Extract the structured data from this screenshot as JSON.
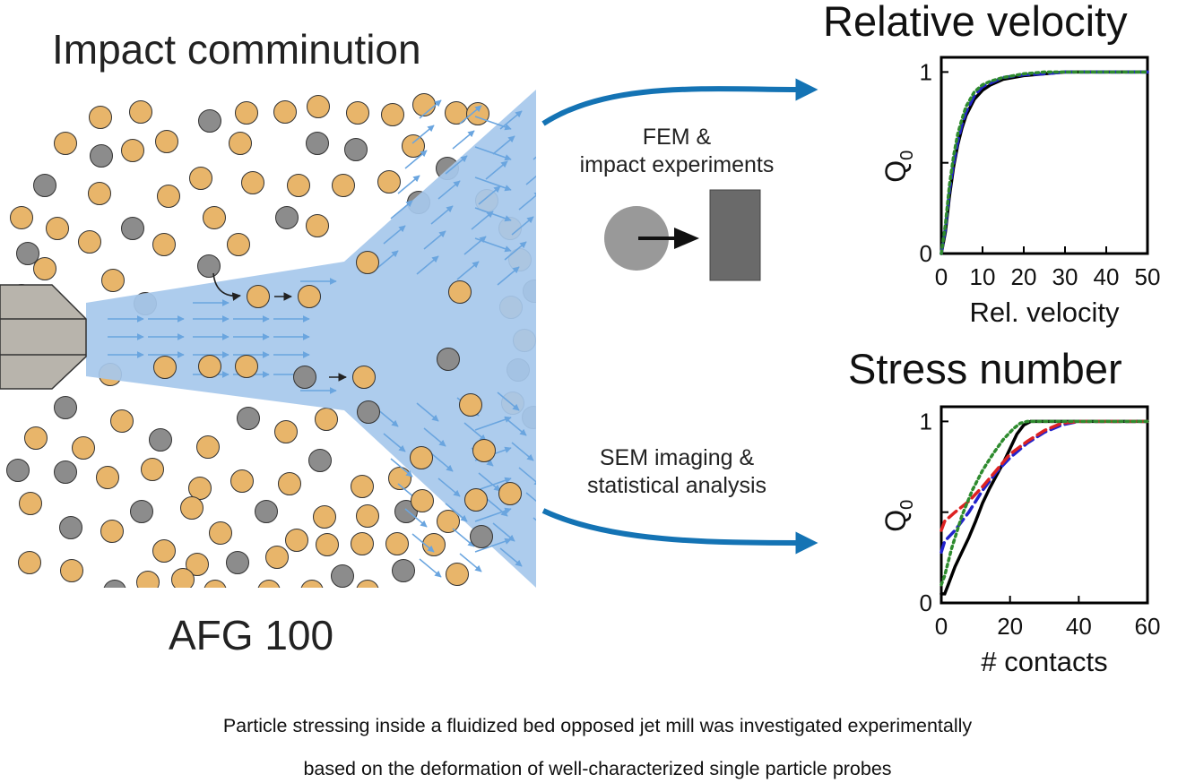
{
  "header": {
    "left_title": "Impact comminution",
    "mill_label": "AFG 100"
  },
  "methods": {
    "top_line1": "FEM &",
    "top_line2": "impact experiments",
    "bottom_line1": "SEM imaging &",
    "bottom_line2": "statistical analysis"
  },
  "caption": {
    "line1": "Particle stressing inside a fluidized bed opposed jet mill was investigated experimentally",
    "line2": "based on the deformation of well-characterized single particle probes"
  },
  "colors": {
    "jet_fill": "#a6c8ec",
    "jet_arrow": "#6aa5df",
    "particle_tan": "#e8b56a",
    "particle_gray": "#8c8c8c",
    "nozzle": "#b8b4ac",
    "flow_arrow": "#1473b4",
    "impact_sphere": "#999999",
    "impact_wall": "#6a6a6a",
    "black_series": "#000000",
    "green_series": "#2e8b2e",
    "blue_series": "#2222cc",
    "red_series": "#dd2222"
  },
  "chart_data": [
    {
      "type": "line",
      "title": "Relative velocity",
      "xlabel": "Rel. velocity",
      "ylabel": "Q",
      "ylabel_sub": "0",
      "xlim": [
        0,
        50
      ],
      "ylim": [
        0,
        1.15
      ],
      "x_ticks": [
        0,
        10,
        20,
        30,
        40,
        50
      ],
      "y_ticks": [
        0,
        1
      ],
      "series": [
        {
          "style": "solid",
          "color": "#000000",
          "x": [
            0,
            1,
            2,
            3,
            4,
            5,
            6,
            8,
            10,
            12,
            15,
            20,
            25,
            30,
            40,
            50
          ],
          "y": [
            0,
            0.12,
            0.32,
            0.48,
            0.6,
            0.69,
            0.76,
            0.85,
            0.9,
            0.93,
            0.96,
            0.98,
            0.99,
            1.0,
            1.0,
            1.0
          ]
        },
        {
          "style": "dashed",
          "color": "#2222cc",
          "x": [
            0,
            1,
            2,
            3,
            4,
            5,
            6,
            8,
            10,
            12,
            15,
            20,
            25,
            30,
            40,
            50
          ],
          "y": [
            0,
            0.14,
            0.35,
            0.5,
            0.62,
            0.71,
            0.78,
            0.87,
            0.92,
            0.94,
            0.97,
            0.985,
            0.99,
            1.0,
            1.0,
            1.0
          ]
        },
        {
          "style": "dotted",
          "color": "#2e8b2e",
          "x": [
            0,
            1,
            2,
            3,
            4,
            5,
            6,
            8,
            10,
            12,
            15,
            20,
            25,
            30,
            40,
            50
          ],
          "y": [
            0,
            0.16,
            0.38,
            0.54,
            0.66,
            0.74,
            0.81,
            0.89,
            0.93,
            0.95,
            0.97,
            0.99,
            1.0,
            1.0,
            1.0,
            1.0
          ]
        }
      ]
    },
    {
      "type": "line",
      "title": "Stress number",
      "xlabel": "# contacts",
      "ylabel": "Q",
      "ylabel_sub": "0",
      "xlim": [
        0,
        60
      ],
      "ylim": [
        0,
        1.15
      ],
      "x_ticks": [
        0,
        20,
        40,
        60
      ],
      "y_ticks": [
        0,
        1
      ],
      "series": [
        {
          "style": "solid",
          "color": "#000000",
          "x": [
            0,
            1,
            2,
            3,
            4,
            6,
            8,
            10,
            12,
            14,
            16,
            18,
            20,
            22,
            24,
            26,
            30,
            40,
            60
          ],
          "y": [
            0.05,
            0.05,
            0.1,
            0.15,
            0.2,
            0.28,
            0.36,
            0.45,
            0.55,
            0.63,
            0.7,
            0.77,
            0.85,
            0.93,
            0.98,
            1.0,
            1.0,
            1.0,
            1.0
          ]
        },
        {
          "style": "dashed",
          "color": "#2222cc",
          "x": [
            0,
            1,
            4,
            8,
            12,
            16,
            20,
            25,
            30,
            35,
            40,
            60
          ],
          "y": [
            0.28,
            0.34,
            0.4,
            0.5,
            0.62,
            0.72,
            0.8,
            0.88,
            0.94,
            0.98,
            1.0,
            1.0
          ]
        },
        {
          "style": "dashed",
          "color": "#dd2222",
          "x": [
            0,
            1,
            4,
            8,
            12,
            16,
            20,
            25,
            30,
            35,
            40,
            60
          ],
          "y": [
            0.4,
            0.45,
            0.5,
            0.56,
            0.64,
            0.73,
            0.82,
            0.89,
            0.95,
            0.99,
            1.0,
            1.0
          ]
        },
        {
          "style": "dotted",
          "color": "#2e8b2e",
          "x": [
            0,
            1,
            3,
            6,
            9,
            12,
            15,
            18,
            21,
            23,
            25,
            30,
            60
          ],
          "y": [
            0.1,
            0.15,
            0.3,
            0.48,
            0.62,
            0.73,
            0.82,
            0.9,
            0.96,
            0.99,
            1.0,
            1.0,
            1.0
          ]
        }
      ]
    }
  ]
}
